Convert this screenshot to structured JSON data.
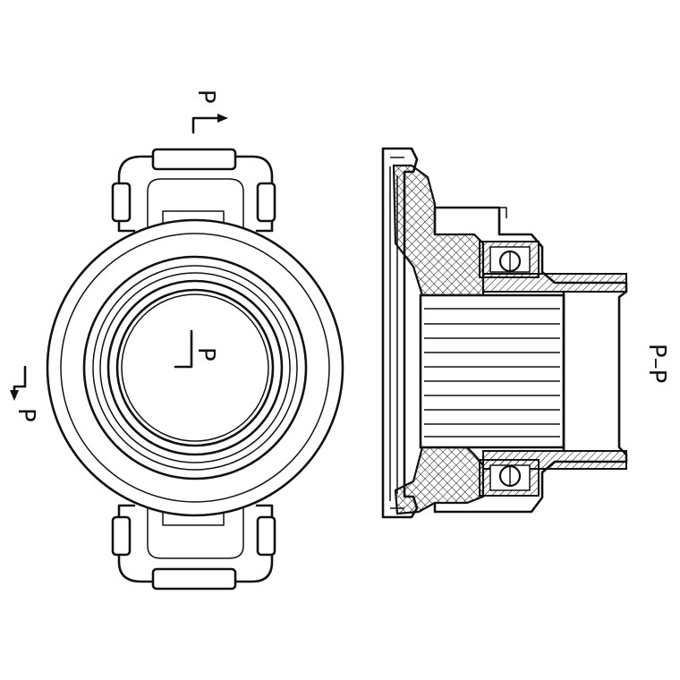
{
  "labels": {
    "section_top": "P",
    "section_center": "P",
    "section_left": "P",
    "section_view": "P–P"
  },
  "colors": {
    "line": "#111111",
    "background": "#ffffff"
  }
}
